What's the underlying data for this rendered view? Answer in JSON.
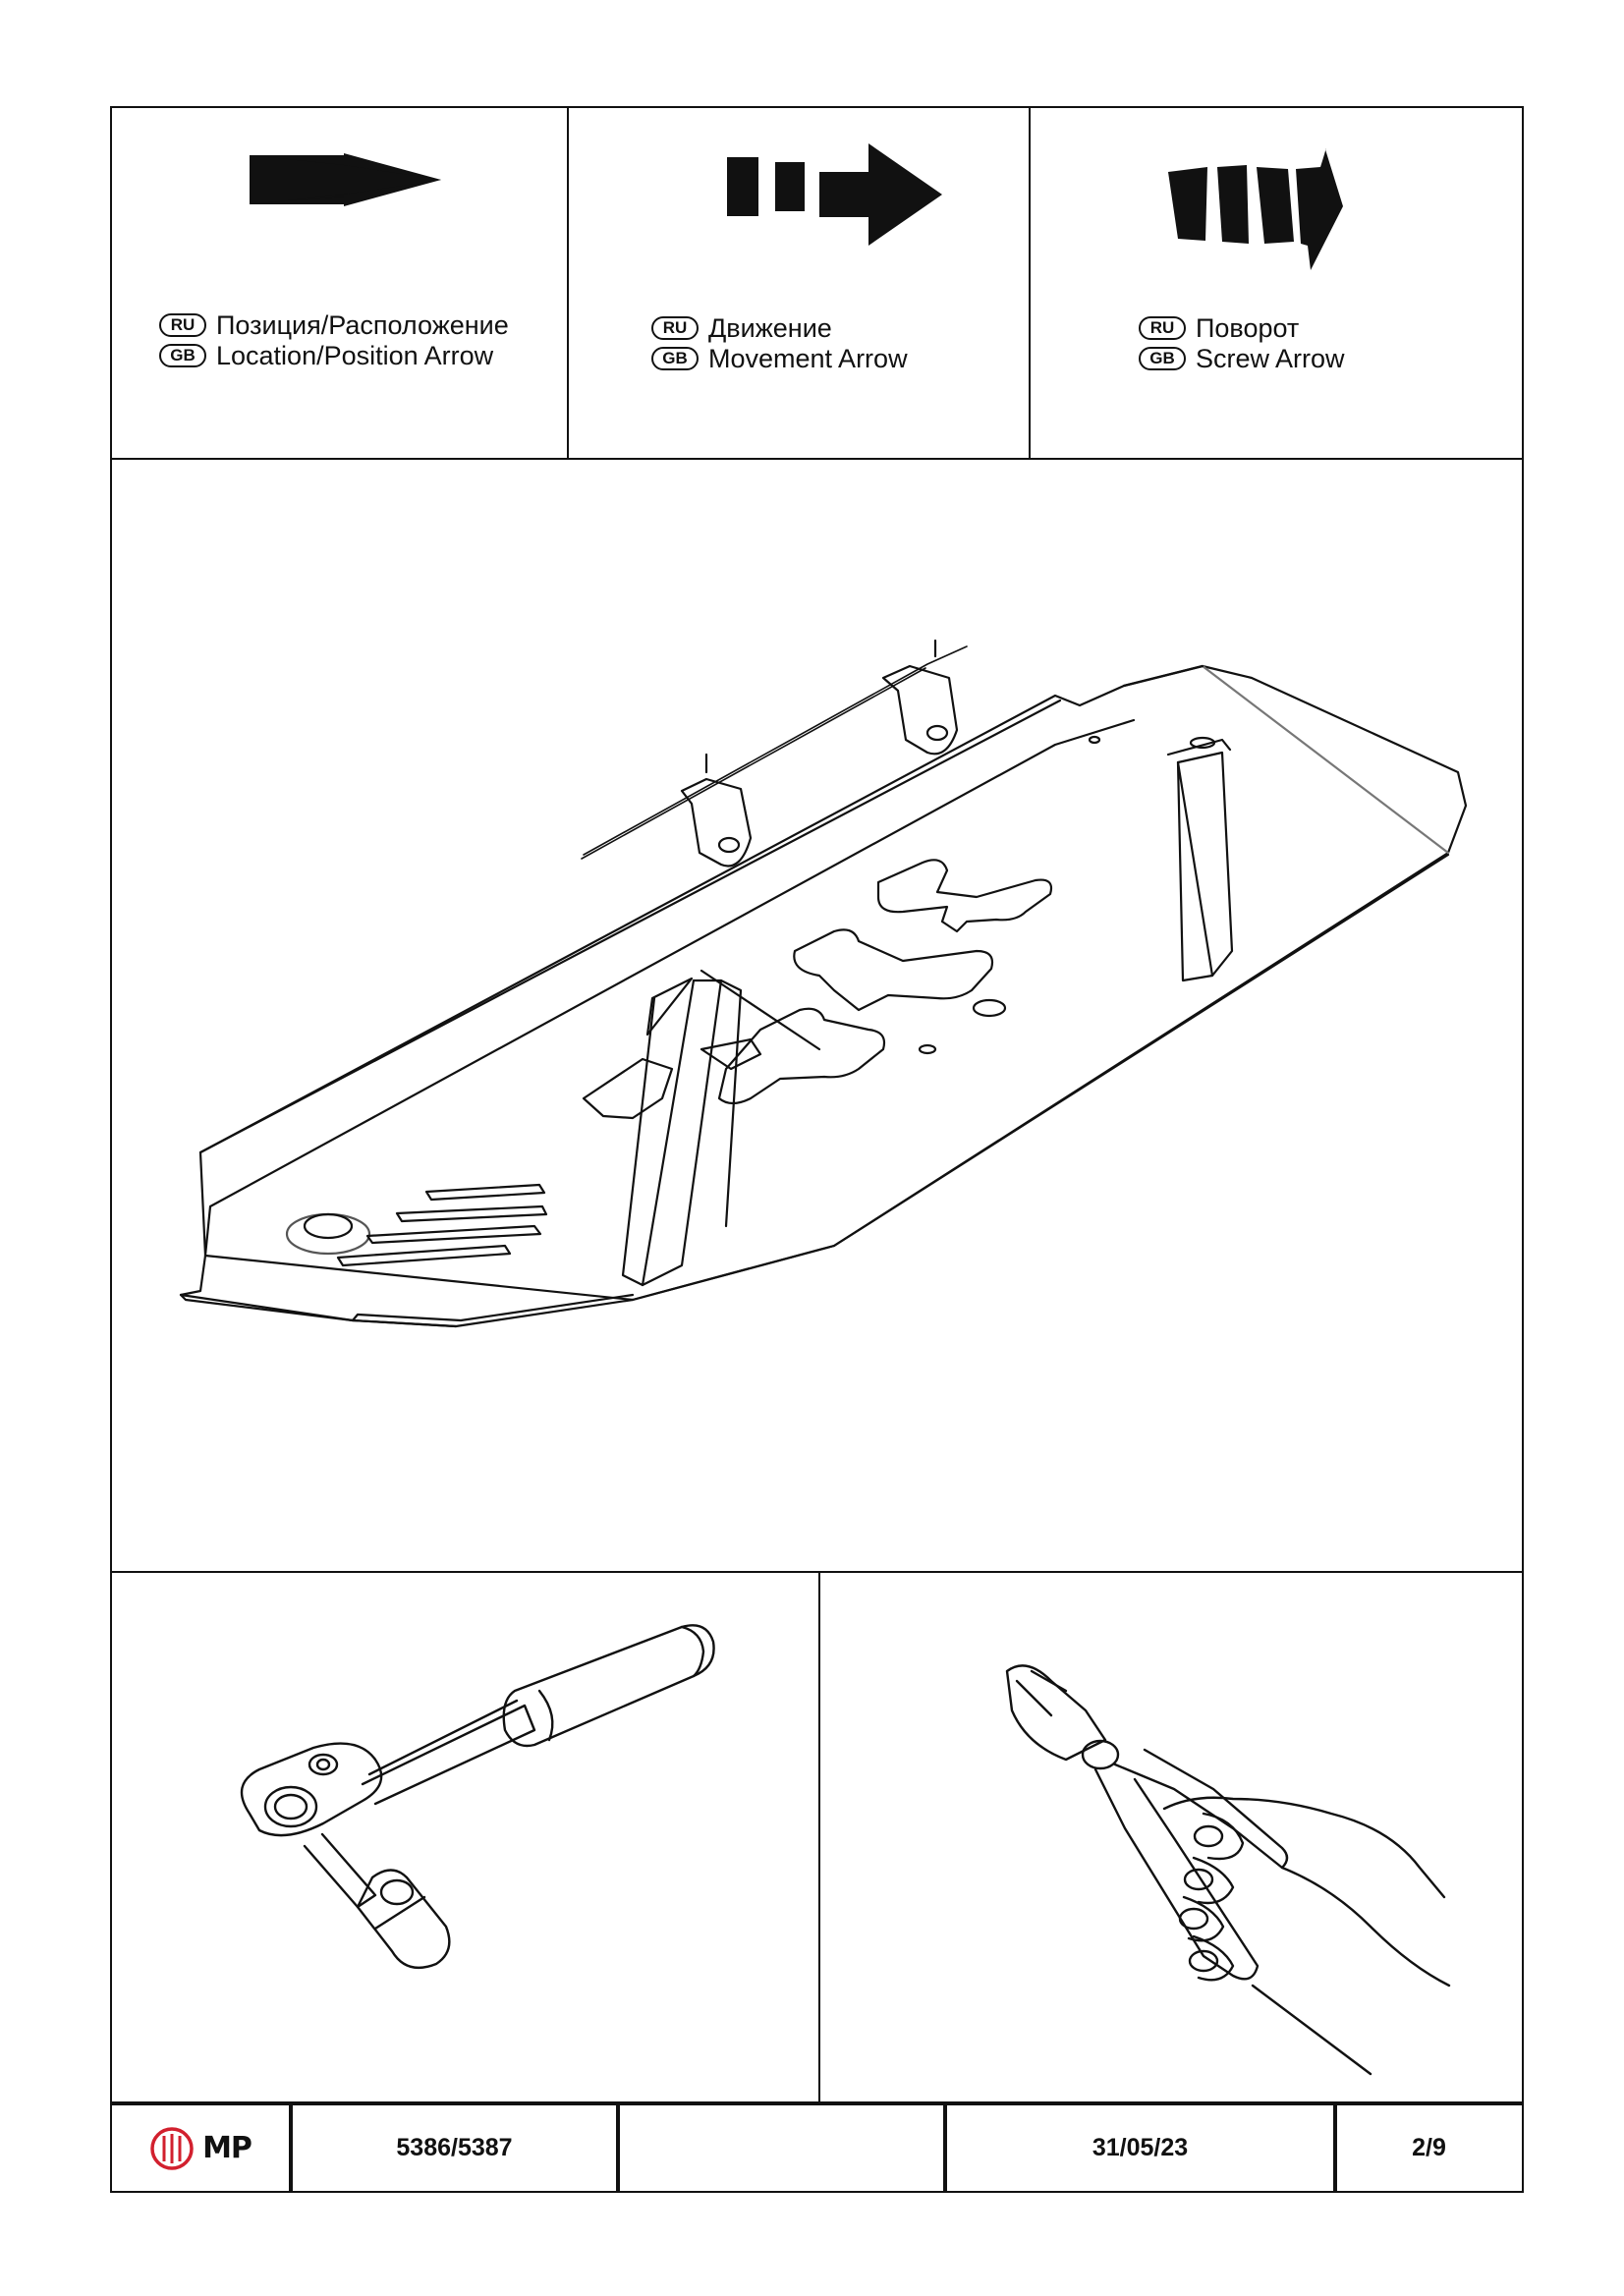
{
  "legend": [
    {
      "icon": "location-arrow-icon",
      "ru_code": "RU",
      "gb_code": "GB",
      "ru_text": "Позиция/Расположение",
      "gb_text": "Location/Position Arrow"
    },
    {
      "icon": "movement-arrow-icon",
      "ru_code": "RU",
      "gb_code": "GB",
      "ru_text": "Движение",
      "gb_text": "Movement Arrow"
    },
    {
      "icon": "screw-arrow-icon",
      "ru_code": "RU",
      "gb_code": "GB",
      "ru_text": "Поворот",
      "gb_text": "Screw Arrow"
    }
  ],
  "main_illustration": "skid-plate-assembly-drawing",
  "tools": [
    {
      "icon": "ratchet-wrench-icon"
    },
    {
      "icon": "side-cutter-pliers-icon"
    }
  ],
  "footer": {
    "logo_text": "MP",
    "logo_color": "#d2202e",
    "part_number": "5386/5387",
    "blank": "",
    "date": "31/05/23",
    "page": "2/9"
  }
}
